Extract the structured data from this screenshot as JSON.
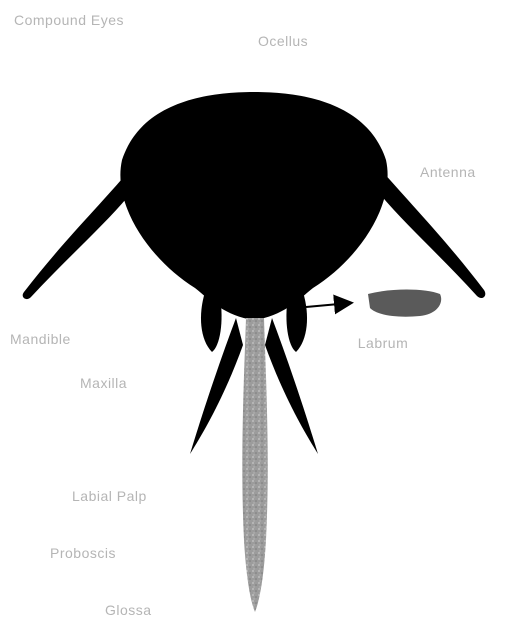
{
  "labels": {
    "compound_eyes": "Compound Eyes",
    "ocellus": "Ocellus",
    "antenna": "Antenna",
    "mandible": "Mandible",
    "labrum": "Labrum",
    "maxilla": "Maxilla",
    "labial_palp": "Labial Palp",
    "proboscis": "Proboscis",
    "glossa": "Glossa"
  },
  "colors": {
    "head": "#000000",
    "tongue": "#9a9a9a",
    "labrum": "#5a5a5a",
    "label_text": "#b5b5b5",
    "arrow": "#000000"
  }
}
